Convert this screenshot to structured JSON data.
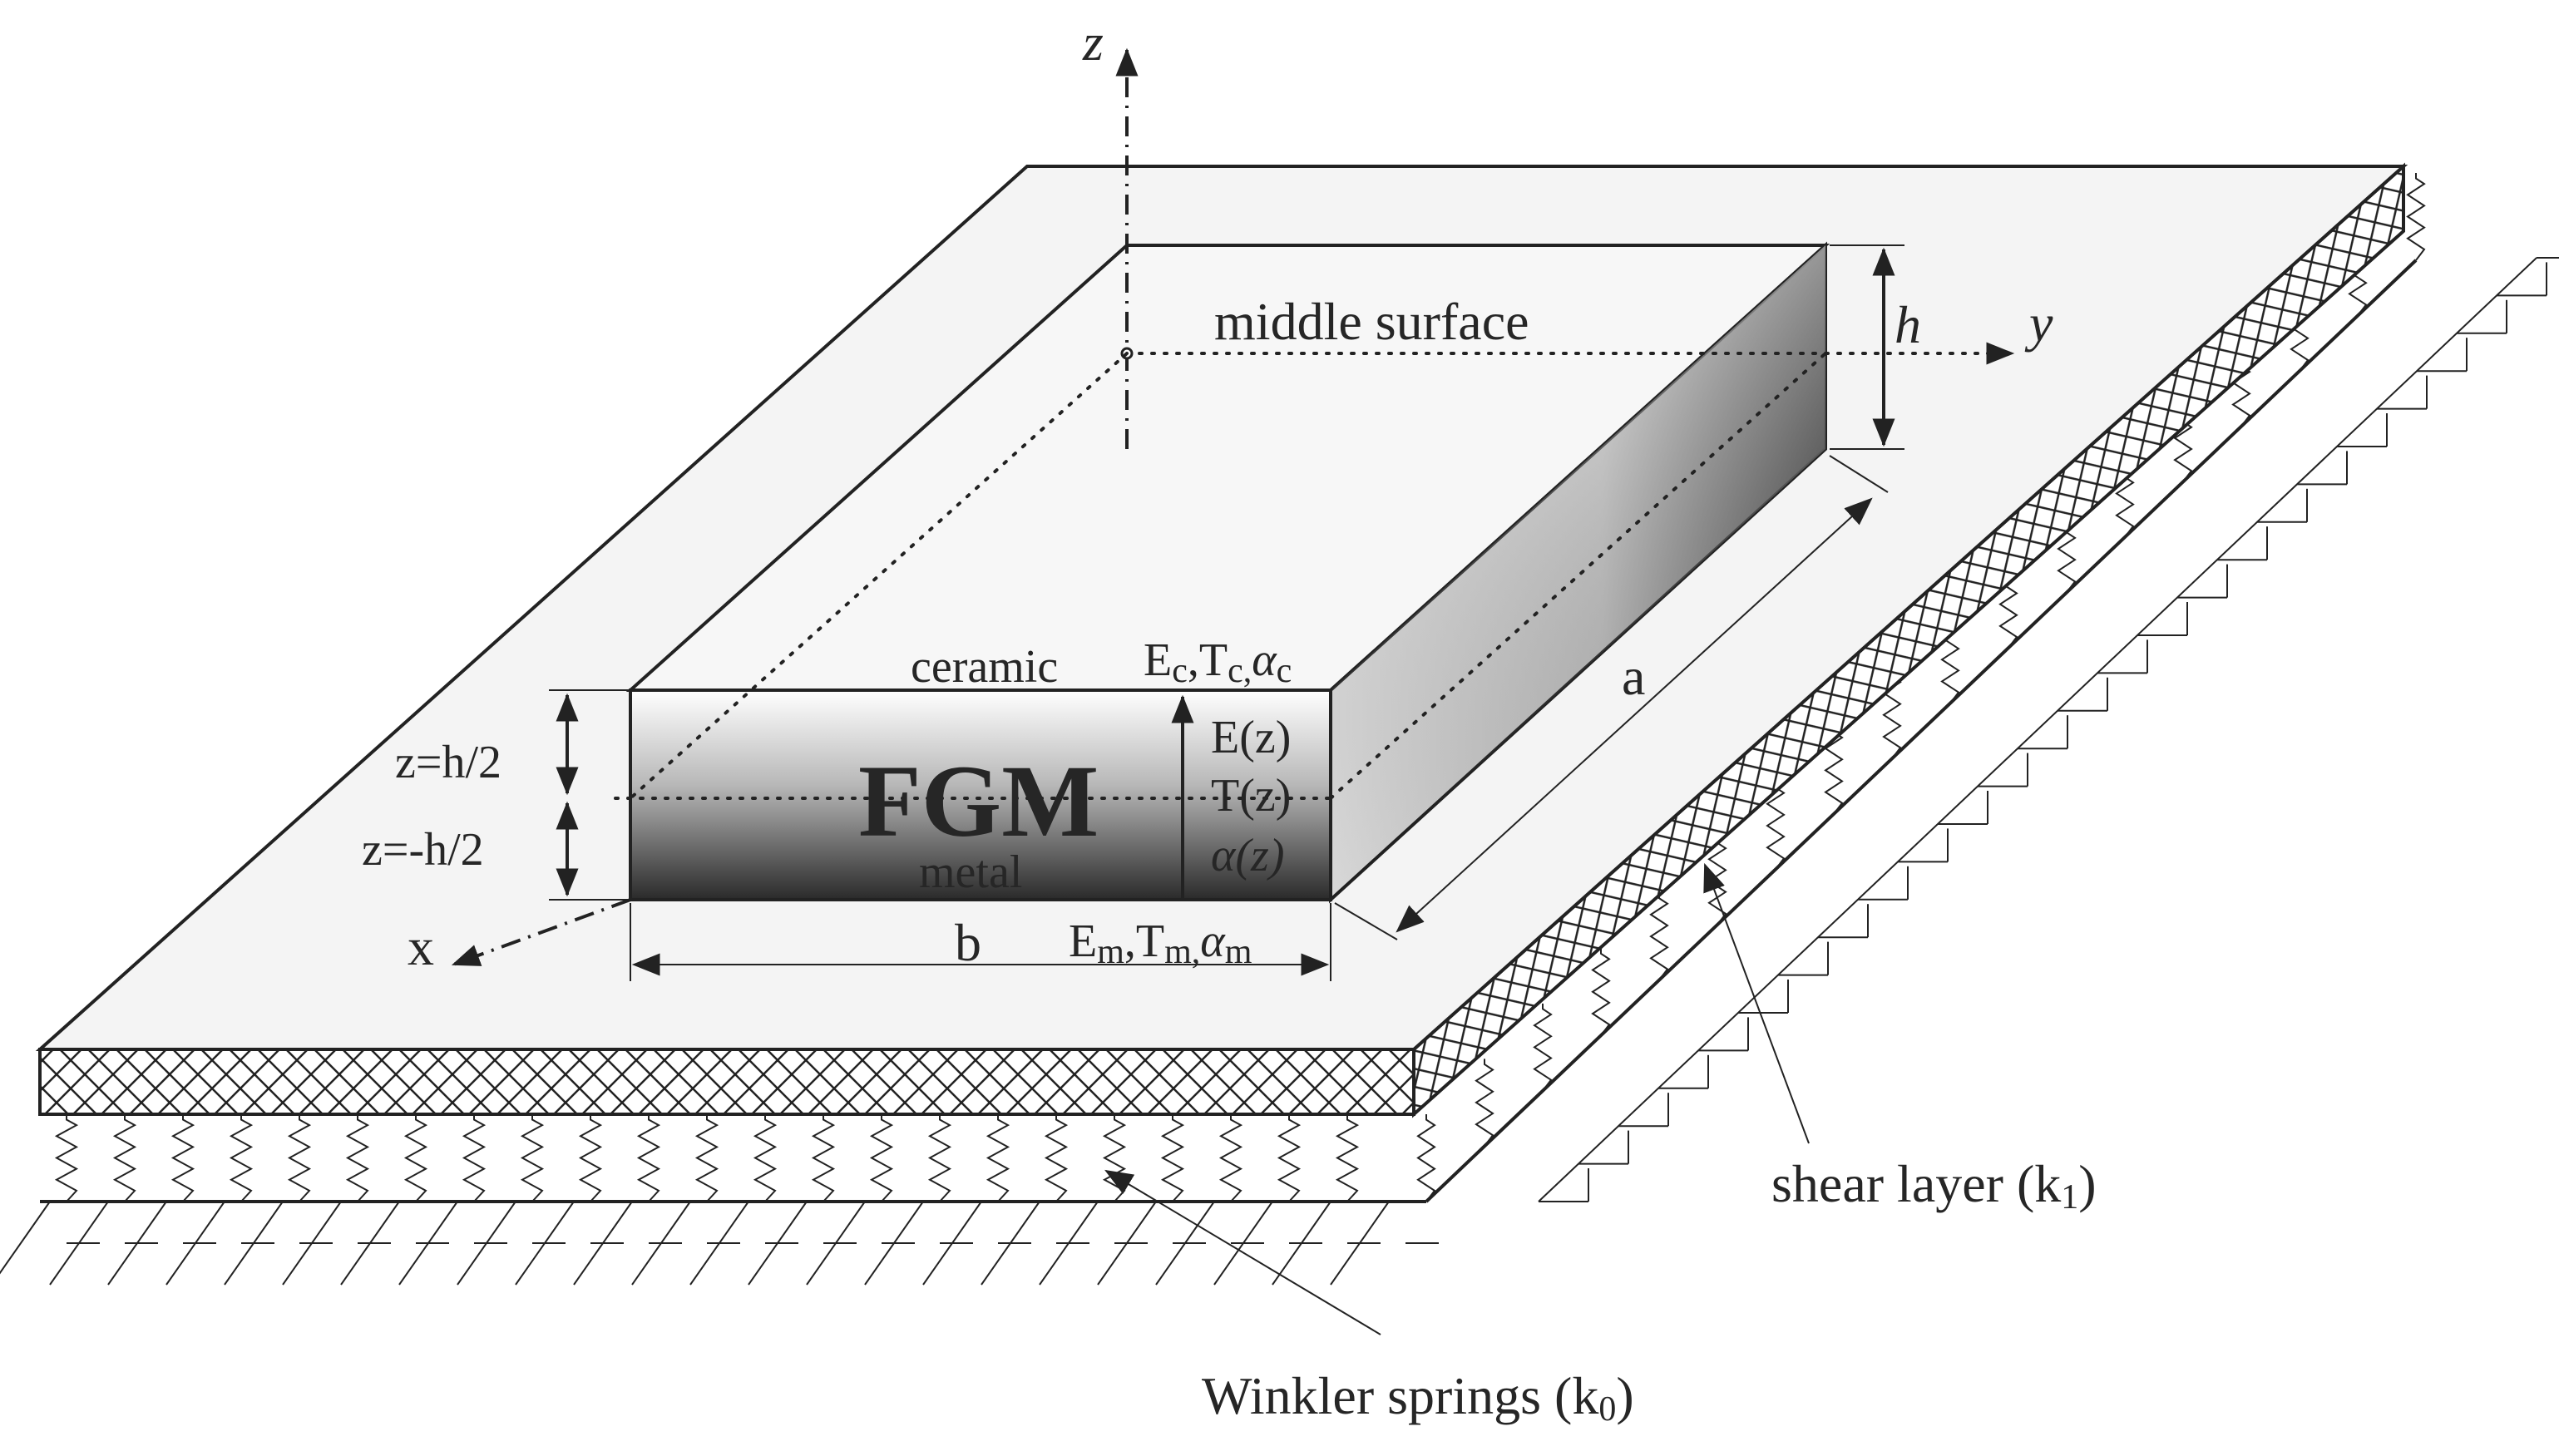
{
  "axes": {
    "z": "z",
    "y": "y",
    "x": "x"
  },
  "labels": {
    "middle_surface": "middle surface",
    "h": "h",
    "a": "a",
    "b": "b",
    "ceramic": "ceramic",
    "metal": "metal",
    "fgm": "FGM",
    "z_top": "z=h/2",
    "z_bottom": "z=-h/2",
    "shear_layer": "shear layer (k",
    "shear_layer_sub": "1",
    "shear_layer_close": ")",
    "winkler": "Winkler springs (k",
    "winkler_sub": "0",
    "winkler_close": ")"
  },
  "properties": {
    "top": {
      "E": "E",
      "E_sub": "c",
      "T": "T",
      "T_sub": "c,",
      "alpha": "α",
      "alpha_sub": "c",
      "sep": ","
    },
    "bottom": {
      "E": "E",
      "E_sub": "m",
      "T": "T",
      "T_sub": "m,",
      "alpha": "α",
      "alpha_sub": "m",
      "sep": ","
    },
    "Ez": "E(z)",
    "Tz": "T(z)",
    "alphaz": "α(z)"
  },
  "colors": {
    "ink": "#222222",
    "plate": "#f2f2f2",
    "fgm_dark": "#2a2a2a",
    "fgm_light": "#ffffff"
  }
}
